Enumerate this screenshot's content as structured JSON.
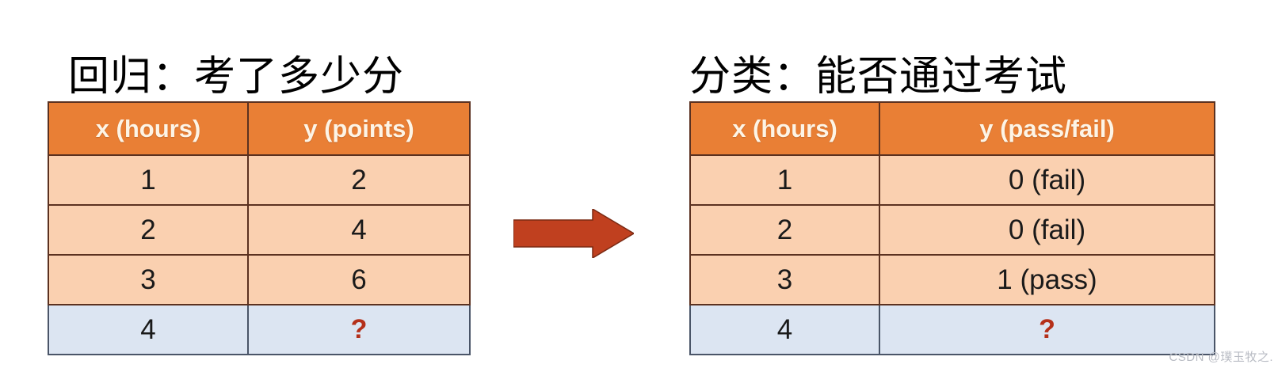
{
  "panels": [
    {
      "id": "regression",
      "title": "回归：考了多少分",
      "table": {
        "headers": [
          "x (hours)",
          "y (points)"
        ],
        "rows": [
          {
            "x": "1",
            "y": "2",
            "highlight": false
          },
          {
            "x": "2",
            "y": "4",
            "highlight": false
          },
          {
            "x": "3",
            "y": "6",
            "highlight": false
          },
          {
            "x": "4",
            "y": "?",
            "highlight": true
          }
        ]
      }
    },
    {
      "id": "classification",
      "title": "分类：能否通过考试",
      "table": {
        "headers": [
          "x (hours)",
          "y (pass/fail)"
        ],
        "rows": [
          {
            "x": "1",
            "y": "0 (fail)",
            "highlight": false
          },
          {
            "x": "2",
            "y": "0 (fail)",
            "highlight": false
          },
          {
            "x": "3",
            "y": "1 (pass)",
            "highlight": false
          },
          {
            "x": "4",
            "y": "?",
            "highlight": true
          }
        ]
      }
    }
  ],
  "arrow": {
    "icon": "right-arrow-icon",
    "color": "#c0401f"
  },
  "watermark": {
    "text": "CSDN @璞玉牧之."
  },
  "colors": {
    "header_background": "#e97f35",
    "header_text": "#fdf4e6",
    "row_background": "#fad0b0",
    "highlight_row_background": "#dce5f2",
    "unknown_marker": "#b5301a",
    "border": "#5b3120",
    "highlight_border": "#4a5568",
    "page_background": "#ffffff"
  }
}
